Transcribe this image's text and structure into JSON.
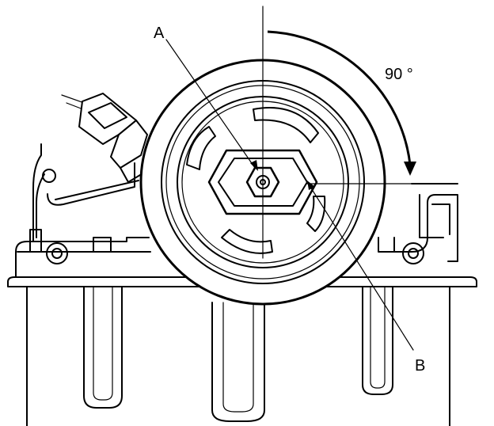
{
  "labels": {
    "a": "A",
    "b": "B",
    "angle": "90 °"
  },
  "colors": {
    "stroke": "#000000",
    "background": "#ffffff"
  }
}
